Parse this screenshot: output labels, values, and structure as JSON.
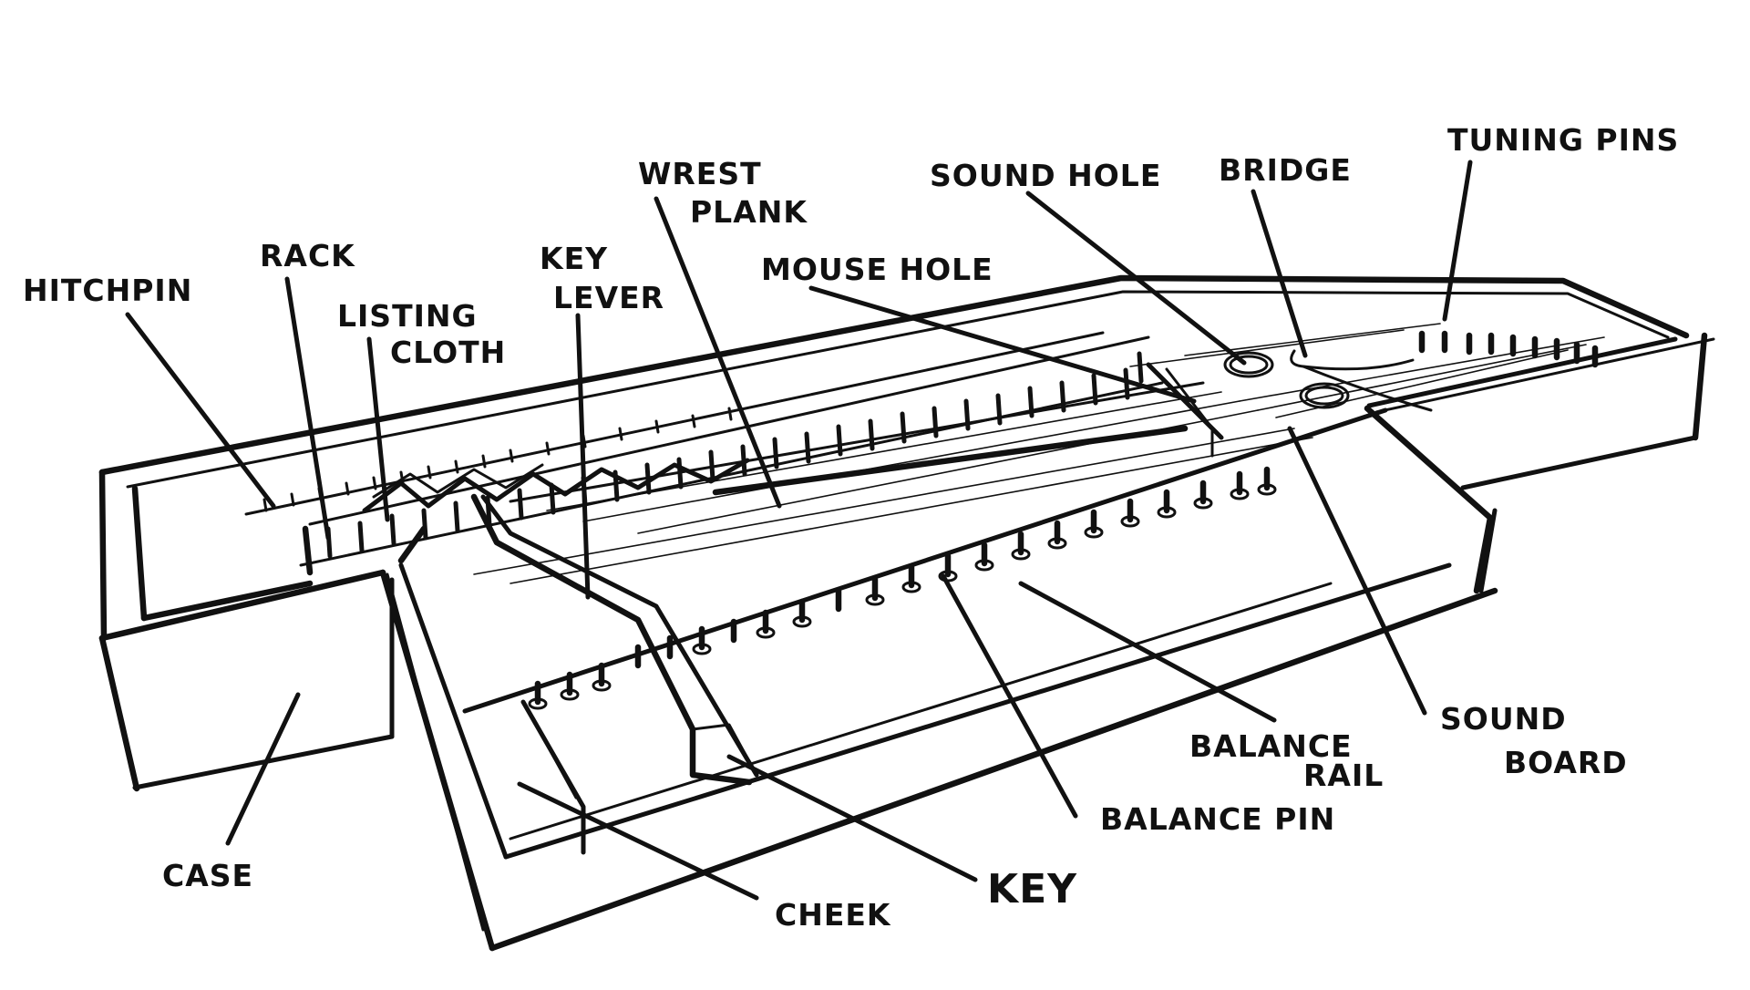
{
  "diagram": {
    "subject": "Clavichord anatomy (isometric sketch)",
    "ink_color": "#111111",
    "background_color": "#ffffff",
    "labels": [
      {
        "id": "hitchpin",
        "lines": [
          "HITCHPIN"
        ]
      },
      {
        "id": "rack",
        "lines": [
          "RACK"
        ]
      },
      {
        "id": "listing-cloth",
        "lines": [
          "LISTING",
          "CLOTH"
        ]
      },
      {
        "id": "key-lever",
        "lines": [
          "KEY",
          "LEVER"
        ]
      },
      {
        "id": "wrest-plank",
        "lines": [
          "WREST",
          "PLANK"
        ]
      },
      {
        "id": "mouse-hole",
        "lines": [
          "MOUSE HOLE"
        ]
      },
      {
        "id": "sound-hole",
        "lines": [
          "SOUND HOLE"
        ]
      },
      {
        "id": "bridge",
        "lines": [
          "BRIDGE"
        ]
      },
      {
        "id": "tuning-pins",
        "lines": [
          "TUNING PINS"
        ]
      },
      {
        "id": "sound-board",
        "lines": [
          "SOUND",
          "BOARD"
        ]
      },
      {
        "id": "balance-rail",
        "lines": [
          "BALANCE",
          "RAIL"
        ]
      },
      {
        "id": "balance-pin",
        "lines": [
          "BALANCE PIN"
        ]
      },
      {
        "id": "key",
        "lines": [
          "KEY"
        ]
      },
      {
        "id": "cheek",
        "lines": [
          "CHEEK"
        ]
      },
      {
        "id": "case",
        "lines": [
          "CASE"
        ]
      }
    ]
  }
}
